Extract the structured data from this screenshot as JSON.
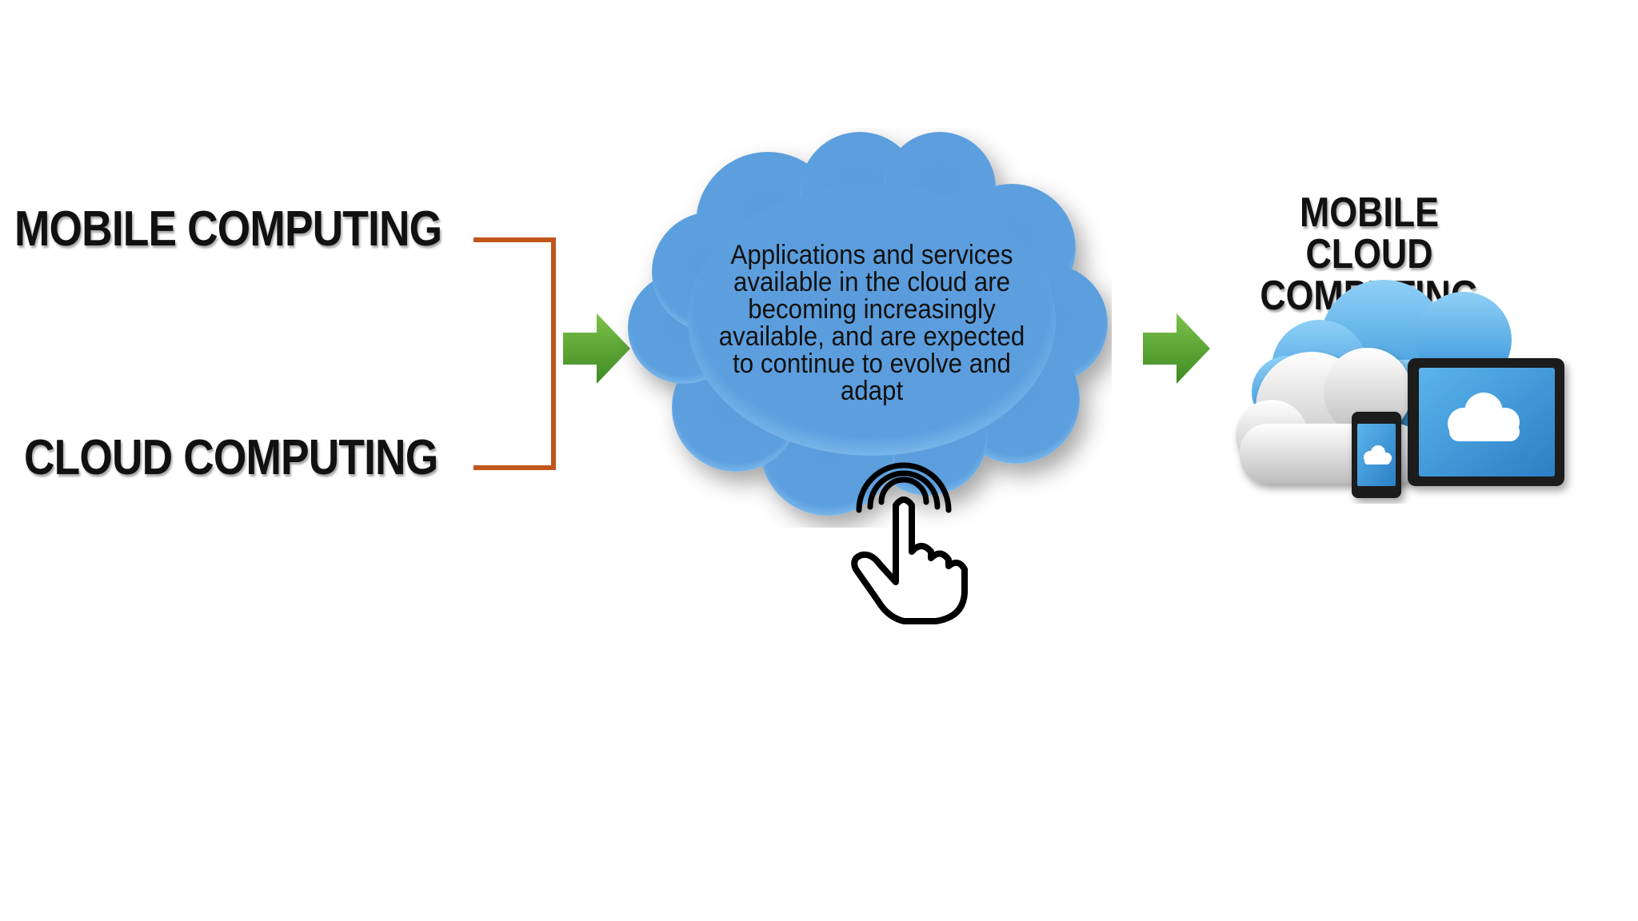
{
  "diagram": {
    "inputs": {
      "mobile_label": "MOBILE COMPUTING",
      "cloud_label": "CLOUD COMPUTING"
    },
    "center": {
      "description": "Applications and services available in the cloud are becoming increasingly available, and are expected to continue to evolve and adapt"
    },
    "output": {
      "line1": "MOBILE CLOUD",
      "line2": "COMPUTING"
    }
  },
  "colors": {
    "bracket": "#c0561b",
    "arrow": "#4f9a2f",
    "cloud": "#5b9ddb",
    "text": "#111111"
  },
  "icons": [
    "bracket-connector",
    "right-arrow-icon",
    "cloud-icon",
    "tap-hand-icon",
    "cloud-devices-icon"
  ]
}
